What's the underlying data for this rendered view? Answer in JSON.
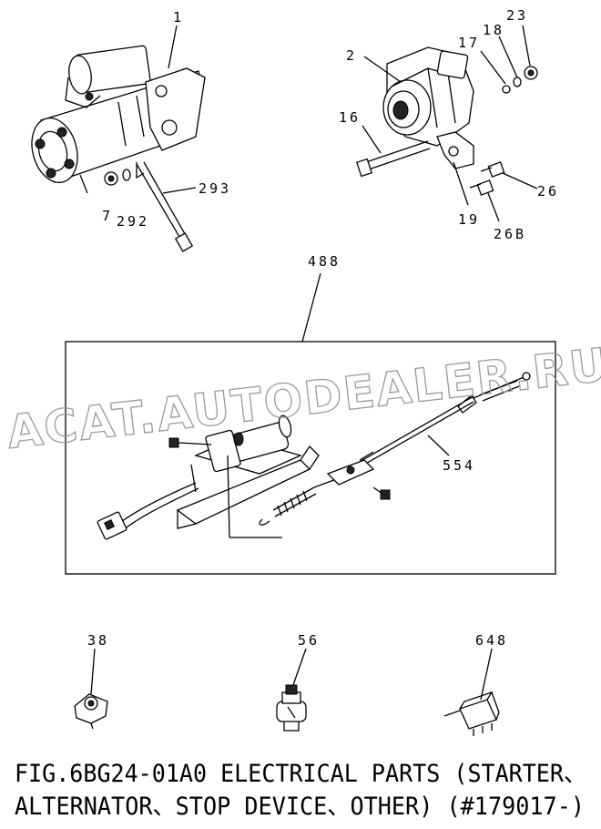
{
  "watermark": "ACAT.AUTODEALER.RU",
  "callouts": {
    "c1": "1",
    "c2": "2",
    "c7": "7",
    "c16": "16",
    "c17": "17",
    "c18": "18",
    "c19": "19",
    "c23": "23",
    "c26": "26",
    "c26b": "26B",
    "c292": "292",
    "c293": "293",
    "c488": "488",
    "c554": "554",
    "c38": "38",
    "c56": "56",
    "c648": "648"
  },
  "caption": {
    "line1": "FIG.6BG24-01A0  ELECTRICAL PARTS (STARTER、",
    "line2": "ALTERNATOR、STOP DEVICE、OTHER) (#179017-)"
  }
}
